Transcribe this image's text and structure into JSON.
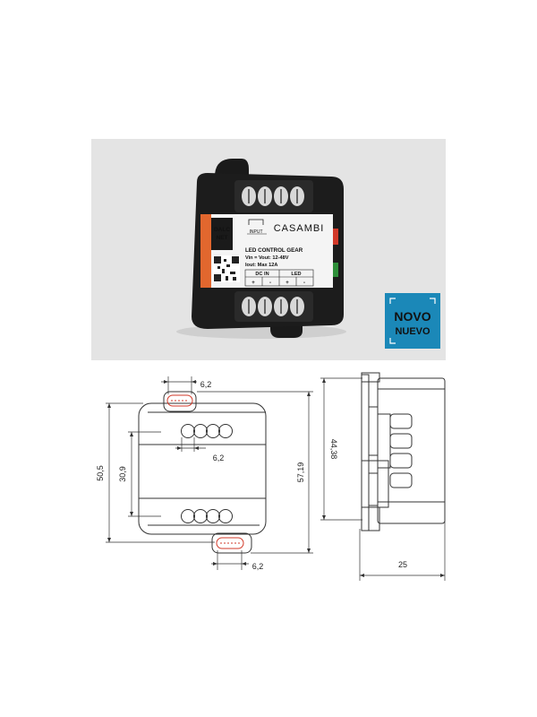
{
  "product": {
    "brand_left_line1": "DALC",
    "brand_left_line2": "NET",
    "brand_right": "CASAMBI",
    "input_label": "INPUT",
    "title": "LED CONTROL GEAR",
    "spec_vin": "Vin = Vout: 12-48V",
    "spec_iout": "Iout: Max 12A",
    "terminal_groups": [
      "DC IN",
      "LED"
    ],
    "terminal_signs": [
      "+",
      "-",
      "+",
      "-"
    ]
  },
  "badge": {
    "line1": "NOVO",
    "line2": "NUEVO",
    "color": "#1b88b8"
  },
  "dimensions": {
    "tab_width_top": "6,2",
    "hole_spacing": "6,2",
    "tab_width_bottom": "6,2",
    "height_outer": "50,5",
    "height_inner": "30,9",
    "height_total": "57,19",
    "side_height": "44,38",
    "side_depth": "25"
  },
  "colors": {
    "accent_red": "#d23a2a",
    "accent_green": "#2f8f3a",
    "accent_orange": "#e2672e"
  }
}
